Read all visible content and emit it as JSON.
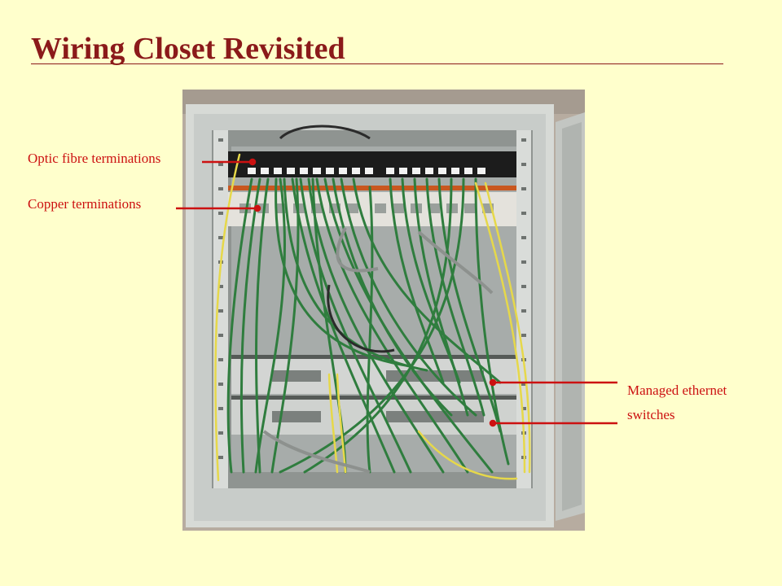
{
  "slide": {
    "title": "Wiring Closet Revisited"
  },
  "labels": {
    "optic": "Optic fibre terminations",
    "copper": "Copper terminations",
    "switches": "Managed ethernet switches"
  },
  "colors": {
    "background": "#ffffcc",
    "title": "#8b1a1a",
    "callout": "#cc1111"
  }
}
